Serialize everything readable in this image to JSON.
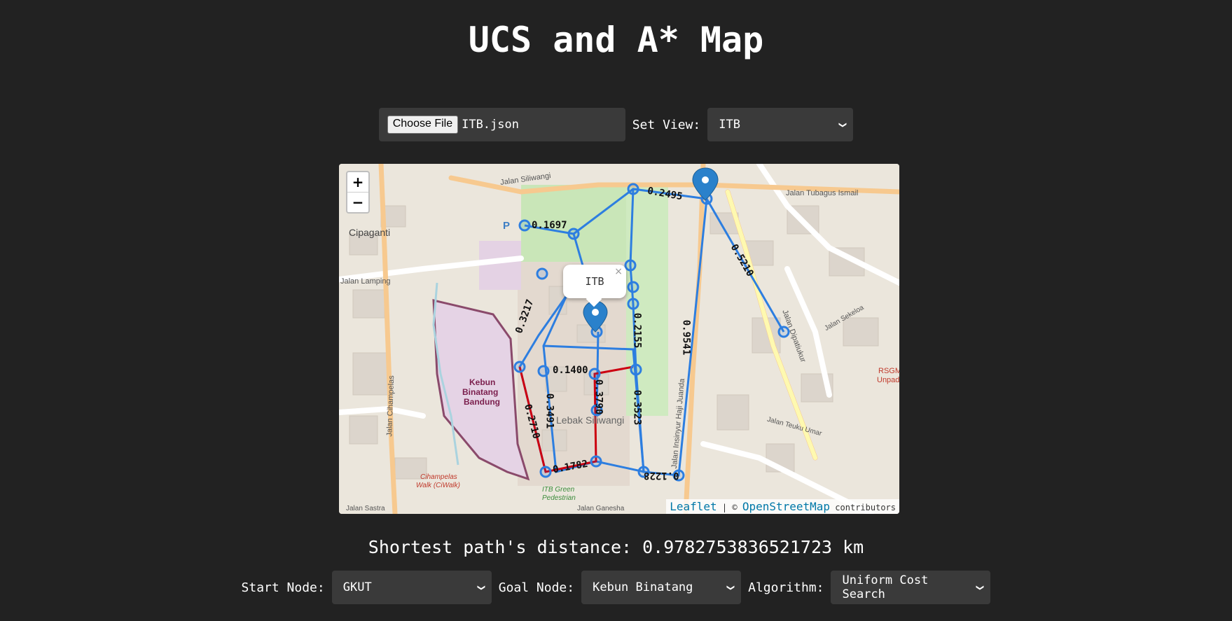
{
  "header": {
    "title": "UCS and A* Map"
  },
  "controls": {
    "file_button_label": "Choose File",
    "file_name": "ITB.json",
    "set_view_label": "Set View:",
    "set_view_value": "ITB"
  },
  "map": {
    "zoom_in": "+",
    "zoom_out": "−",
    "popup_text": "ITB",
    "popup_close": "×",
    "attribution": {
      "leaflet": "Leaflet",
      "separator": "| ©",
      "osm": "OpenStreetMap",
      "contributors": "contributors"
    },
    "places": {
      "cipaganti": "Cipaganti",
      "jalan_lamping": "Jalan Lamping",
      "kebun_line1": "Kebun",
      "kebun_line2": "Binatang",
      "kebun_line3": "Bandung",
      "lebak": "Lebak Siliwangi",
      "jalan_siliwangi": "Jalan Siliwangi",
      "jalan_tubagus": "Jalan Tubagus Ismail",
      "jalan_ir_h_juanda": "Jalan Insinyur Haji Juanda",
      "jalan_dipatiukur": "Jalan Dipatiukur",
      "jalan_cihampelas": "Jalan Cihampelas",
      "jalan_sekeloa": "Jalan Sekeloa",
      "jalan_teuku_umar": "Jalan Teuku Umar",
      "rsgm": "RSGM",
      "unpad": "Unpad",
      "ciwalk1": "Cihampelas",
      "ciwalk2": "Walk (CiWalk)",
      "itb_green": "ITB Green",
      "pedestrian": "Pedestrian",
      "jalan_ganesha": "Jalan Ganesha",
      "jalan_sastra": "Jalan Sastra",
      "parking": "P"
    },
    "edge_labels": {
      "e1": "0.1697",
      "e2": "0.2495",
      "e3": "0.3217",
      "e4": "0.1400",
      "e5": "0.2155",
      "e6": "0.3491",
      "e7": "0.3523",
      "e8": "0.1782",
      "e9": "0.1228",
      "e10": "0.9541",
      "e11": "0.2710",
      "e12": "0.5210",
      "e13": "0.3790"
    },
    "colors": {
      "route": "#2d7ee0",
      "path": "#cc0011",
      "marker": "#2a81cb"
    }
  },
  "result": {
    "distance_label": "Shortest path's distance:",
    "distance_value": "0.9782753836521723",
    "unit": "km"
  },
  "search": {
    "start_label": "Start Node:",
    "start_value": "GKUT",
    "goal_label": "Goal Node:",
    "goal_value": "Kebun Binatang",
    "algorithm_label": "Algorithm:",
    "algorithm_value": "Uniform Cost Search"
  }
}
